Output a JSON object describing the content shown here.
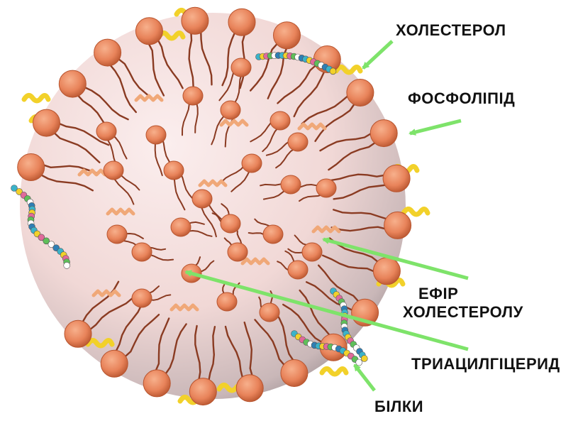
{
  "labels": {
    "cholesterol": "ХОЛЕСТЕРОЛ",
    "phospholipid": "ФОСФОЛІПІД",
    "cholesterol_ester_line1": "ЕФІР",
    "cholesterol_ester_line2": "ХОЛЕСТЕРОЛУ",
    "triacylglyceride": "ТРИАЦИЛГІЦЕРИД",
    "proteins": "БІЛКИ"
  },
  "colors": {
    "arrow": "#7ee36a",
    "head_fill": "#e8835a",
    "head_dark": "#b8552f",
    "tail": "#8a3b22",
    "core_light": "#f6e2e0",
    "core_dark": "#8f8487",
    "cholesterol": "#f2d12a",
    "ester": "#f0a878"
  },
  "icons": {
    "particle": "lipoprotein-particle-icon"
  }
}
